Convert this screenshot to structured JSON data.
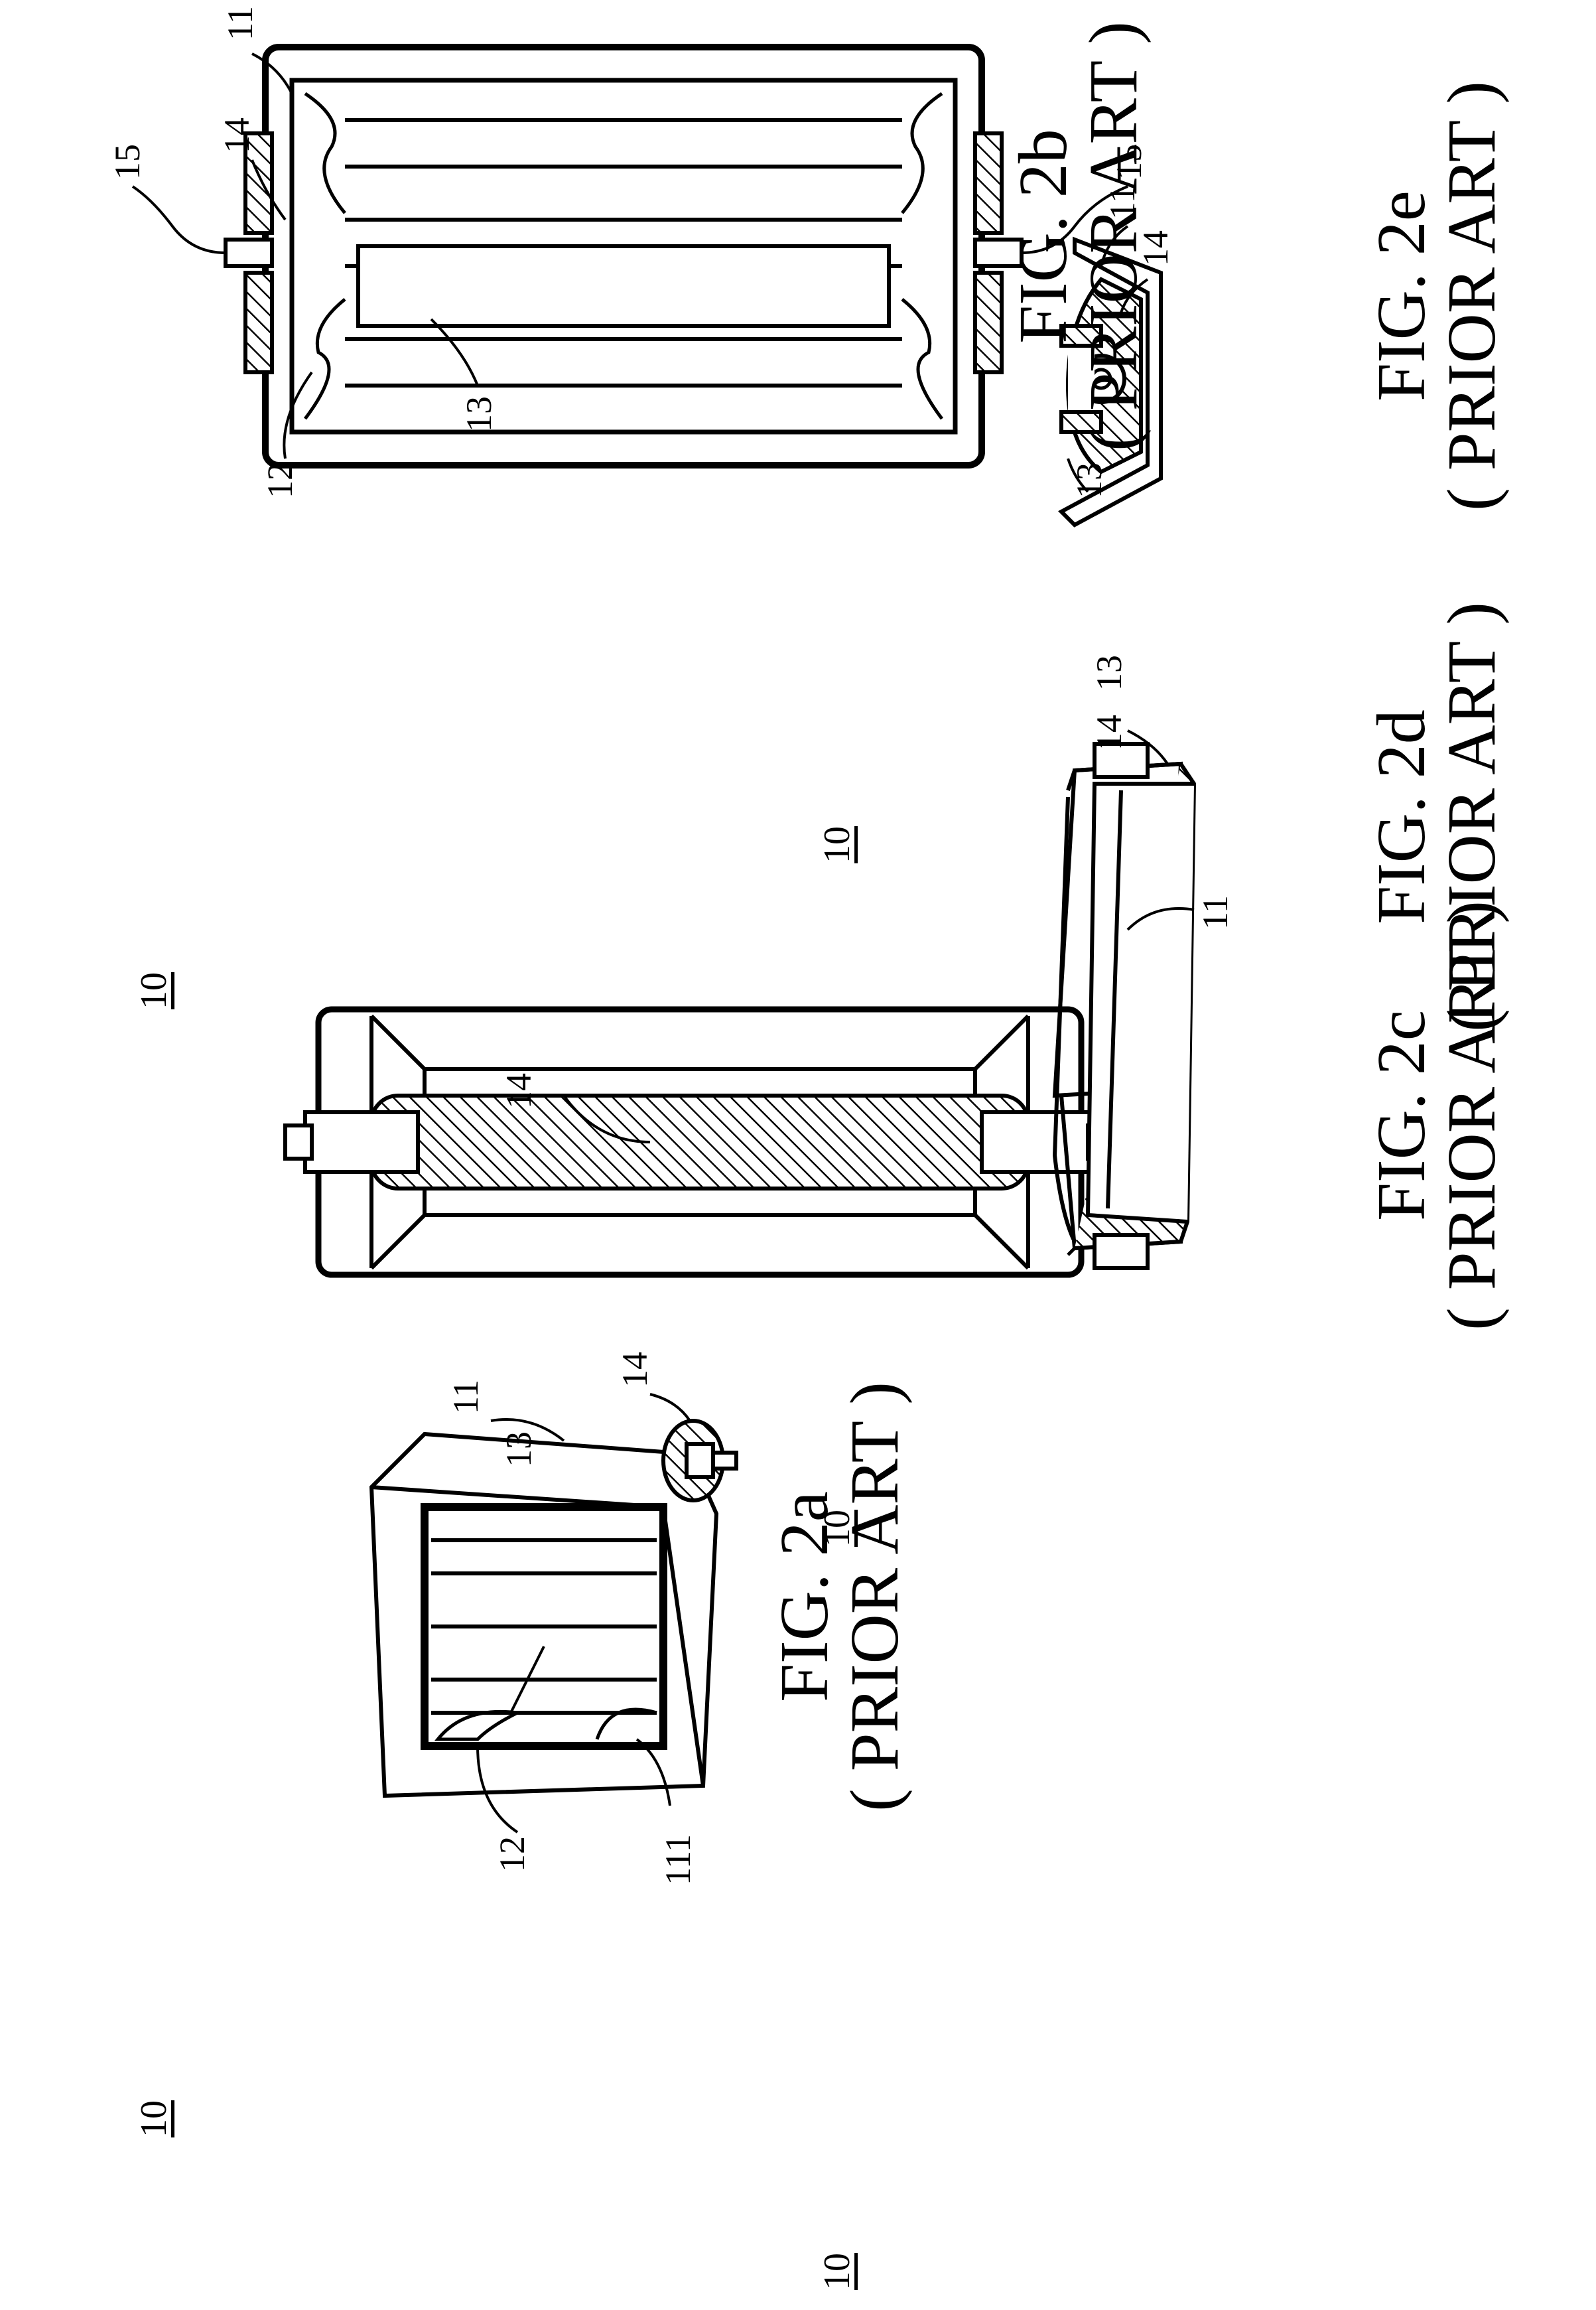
{
  "sheet": {
    "rotation": "counterclockwise-90"
  },
  "figures": [
    {
      "id": "2a",
      "title": "FIG. 2a",
      "subtitle": "( PRIOR ART )",
      "reference": "10",
      "labels": {
        "housing": "11",
        "housing_edge": "111",
        "reflector": "12",
        "tube": "13",
        "holder": "14"
      }
    },
    {
      "id": "2b",
      "title": "FIG. 2b",
      "subtitle": "( PRIOR ART )",
      "reference": "10",
      "labels": {
        "housing": "11",
        "reflector": "12",
        "tube": "13",
        "holder": "14",
        "wire_right": "15",
        "wire_left": "15"
      }
    },
    {
      "id": "2c",
      "title": "FIG. 2c",
      "subtitle": "( PRIOR ART )",
      "reference": "10",
      "labels": {
        "holder": "14"
      }
    },
    {
      "id": "2d",
      "title": "FIG. 2d",
      "subtitle": "( PRIOR ART )",
      "reference": "10",
      "labels": {
        "housing": "11",
        "tube": "13",
        "holder": "14"
      }
    },
    {
      "id": "2e",
      "title": "FIG. 2e",
      "subtitle": "( PRIOR ART )",
      "reference": "10",
      "labels": {
        "housing": "11",
        "tube": "13",
        "holder": "14"
      }
    }
  ]
}
